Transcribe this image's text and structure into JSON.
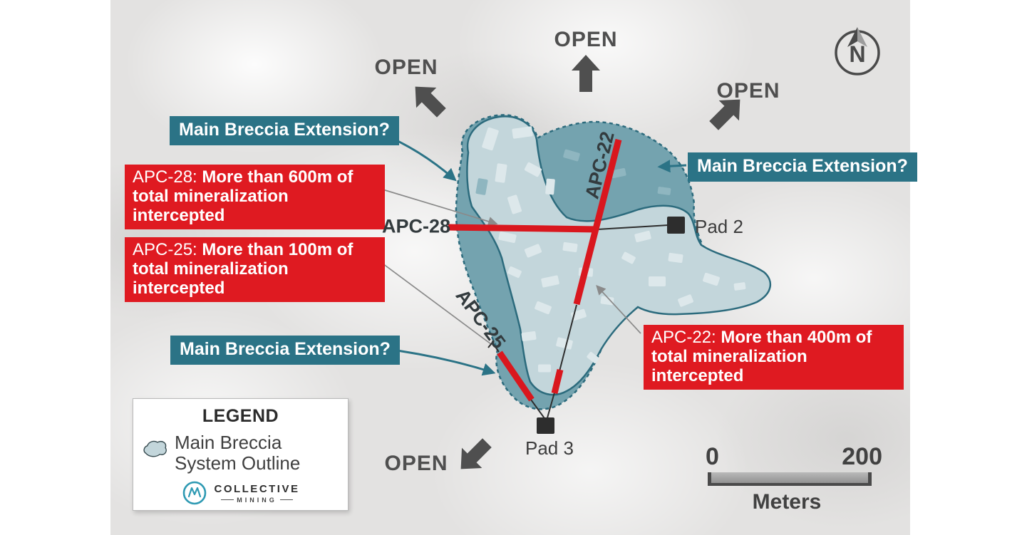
{
  "compass": {
    "label": "N"
  },
  "open_labels": [
    {
      "id": "nw",
      "text": "OPEN"
    },
    {
      "id": "n",
      "text": "OPEN"
    },
    {
      "id": "ne",
      "text": "OPEN"
    },
    {
      "id": "sw",
      "text": "OPEN"
    }
  ],
  "callouts": {
    "teal": [
      {
        "id": "top-left",
        "text": "Main Breccia Extension?"
      },
      {
        "id": "right",
        "text": "Main Breccia Extension?"
      },
      {
        "id": "bottom-left",
        "text": "Main Breccia Extension?"
      }
    ],
    "red": [
      {
        "id": "apc28",
        "prefix": "APC-28:",
        "text": "More than 600m of total mineralization intercepted"
      },
      {
        "id": "apc25",
        "prefix": "APC-25:",
        "text": "More than 100m of total mineralization intercepted"
      },
      {
        "id": "apc22",
        "prefix": "APC-22:",
        "text": "More than 400m of total mineralization intercepted"
      }
    ]
  },
  "drill_labels": [
    {
      "id": "apc28",
      "text": "APC-28"
    },
    {
      "id": "apc22",
      "text": "APC-22"
    },
    {
      "id": "apc25",
      "text": "APC-25"
    }
  ],
  "pads": [
    {
      "id": "pad2",
      "label": "Pad 2"
    },
    {
      "id": "pad3",
      "label": "Pad 3"
    }
  ],
  "legend": {
    "title": "LEGEND",
    "item": "Main Breccia System Outline",
    "logo_line1": "COLLECTIVE",
    "logo_line2": "MINING"
  },
  "scale_bar": {
    "start": "0",
    "end": "200",
    "unit": "Meters"
  },
  "colors": {
    "teal": "#2b7386",
    "red": "#df1a21",
    "drill_red": "#d9171e",
    "dark_gray": "#4f4f4f",
    "breccia_fill": "#c3d6db",
    "breccia_extension_fill": "#74a3af",
    "outline": "#2c6b7d"
  }
}
